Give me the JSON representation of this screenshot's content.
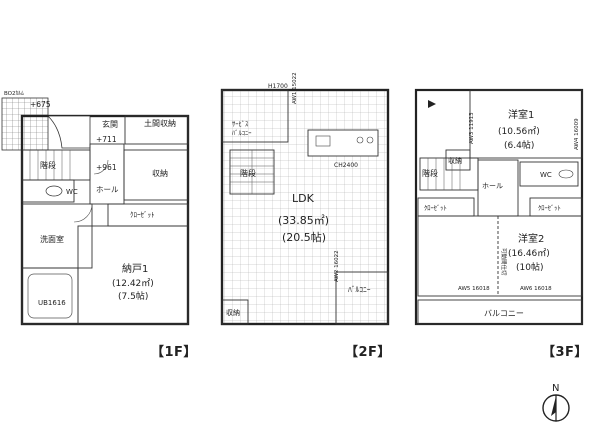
{
  "floors": {
    "f1": {
      "label": "【1F】",
      "balcony_top": "BO2ｶﾙﾑ",
      "level_675": "+675",
      "entrance": "玄関",
      "level_711": "+711",
      "shoe_storage": "土間収納",
      "stairs": "階段",
      "level_961": "+961",
      "storage": "収納",
      "wc": "WC",
      "hall": "ホール",
      "closet": "ｸﾛｰｾﾞｯﾄ",
      "washroom": "洗面室",
      "storeroom": "納戸1",
      "storeroom_area": "(12.42㎡)",
      "storeroom_tatami": "(7.5帖)",
      "bath": "UB1616"
    },
    "f2": {
      "label": "【2F】",
      "top_dim": "H1700",
      "service_balcony": "ｻｰﾋﾞｽ",
      "service_balcony2": "ﾊﾞﾙｺﾆｰ",
      "window1": "AW1 15022",
      "ch": "CH2400",
      "stairs": "階段",
      "ldk": "LDK",
      "ldk_area": "(33.85㎡)",
      "ldk_tatami": "(20.5帖)",
      "balcony": "ﾊﾞﾙｺﾆｰ",
      "window2": "AW2 16022",
      "storage": "収納"
    },
    "f3": {
      "label": "【3F】",
      "room1": "洋室1",
      "room1_area": "(10.56㎡)",
      "room1_tatami": "(6.4帖)",
      "window3": "AW3 11913",
      "window4": "AW4 16009",
      "storage": "収納",
      "stairs": "階段",
      "wc": "WC",
      "hall": "ホール",
      "closet1": "ｸﾛｰｾﾞｯﾄ",
      "closet2": "ｸﾛｰｾﾞｯﾄ",
      "room2": "洋室2",
      "room2_area": "(16.46㎡)",
      "room2_tatami": "(10帖)",
      "window5": "AW5 16018",
      "window6": "AW6 16018",
      "balcony": "バルコニー",
      "partition": "可動間仕切"
    }
  },
  "compass": {
    "label": "N"
  }
}
